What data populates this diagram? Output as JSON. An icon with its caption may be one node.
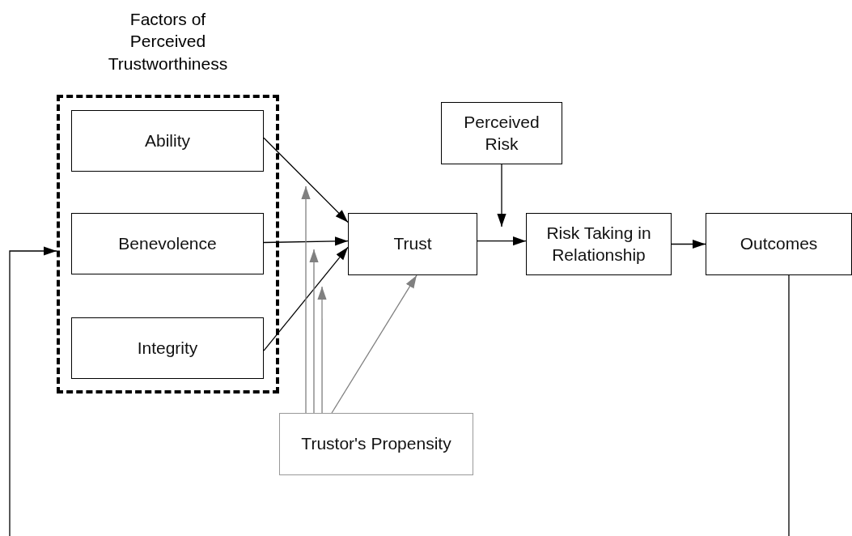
{
  "diagram": {
    "nodes": [
      {
        "text": [
          "Factors of Perceived Trustworthiness"
        ]
      },
      {
        "text": [
          "Ability"
        ],
        "in": 0
      },
      {
        "text": [
          "Benevolence"
        ],
        "in": 0
      },
      {
        "text": [
          "Integrity"
        ],
        "in": 0
      },
      {
        "text": [
          "Perceived Risk"
        ]
      },
      {
        "text": [
          "Trust"
        ]
      },
      {
        "text": [
          "Risk Taking in Relationship"
        ]
      },
      {
        "text": [
          "Outcomes"
        ]
      },
      {
        "text": [
          "Trustor's Propensity"
        ]
      }
    ],
    "edges": [
      {
        "from": 1,
        "to": 5,
        "arrow": "to"
      },
      {
        "from": 2,
        "to": 5,
        "arrow": "to"
      },
      {
        "from": 3,
        "to": 5,
        "arrow": "to"
      },
      {
        "from": 5,
        "to": 6,
        "arrow": "to"
      },
      {
        "from": 4,
        "to": null,
        "arrow": "to"
      },
      {
        "from": 6,
        "to": 7,
        "arrow": "to"
      },
      {
        "from": 7,
        "to": 0,
        "arrow": "to"
      },
      {
        "from": 8,
        "to": null,
        "arrow": "to",
        "color": "#808080"
      },
      {
        "from": 8,
        "to": null,
        "arrow": "to",
        "color": "#808080"
      },
      {
        "from": 8,
        "to": null,
        "arrow": "to",
        "color": "#808080"
      },
      {
        "from": 8,
        "to": 5,
        "arrow": "to",
        "color": "#808080"
      }
    ]
  }
}
